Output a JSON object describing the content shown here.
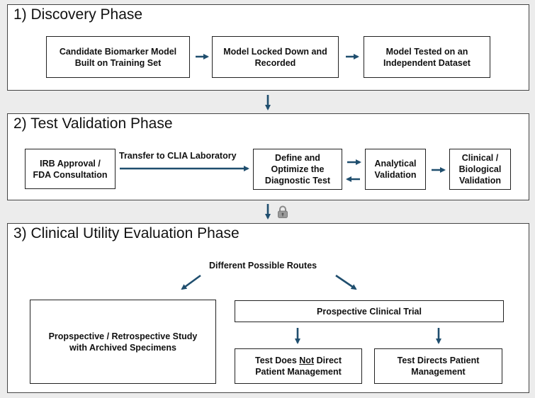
{
  "colors": {
    "arrow": "#1f4e6e",
    "panel": "#ffffff",
    "background": "#ececec",
    "border": "#222222"
  },
  "phase1": {
    "title": "1) Discovery Phase",
    "boxes": [
      "Candidate Biomarker Model\nBuilt on Training Set",
      "Model Locked Down and\nRecorded",
      "Model Tested on an\nIndependent Dataset"
    ]
  },
  "phase2": {
    "title": "2) Test Validation Phase",
    "irb": "IRB Approval /\nFDA Consultation",
    "transfer_label": "Transfer to CLIA Laboratory",
    "define": "Define and\nOptimize the\nDiagnostic Test",
    "analytical": "Analytical\nValidation",
    "clinical": "Clinical /\nBiological\nValidation"
  },
  "phase3": {
    "title": "3) Clinical Utility Evaluation Phase",
    "routes_label": "Different Possible Routes",
    "retrospective": "Propspective / Retrospective Study\nwith Archived Specimens",
    "prospective": "Prospective Clinical Trial",
    "not_direct": {
      "before": "Test Does ",
      "emphasis": "Not",
      "after": " Direct\nPatient Management"
    },
    "directs": "Test Directs Patient\nManagement"
  },
  "icons": {
    "lock": "padlock-icon"
  }
}
